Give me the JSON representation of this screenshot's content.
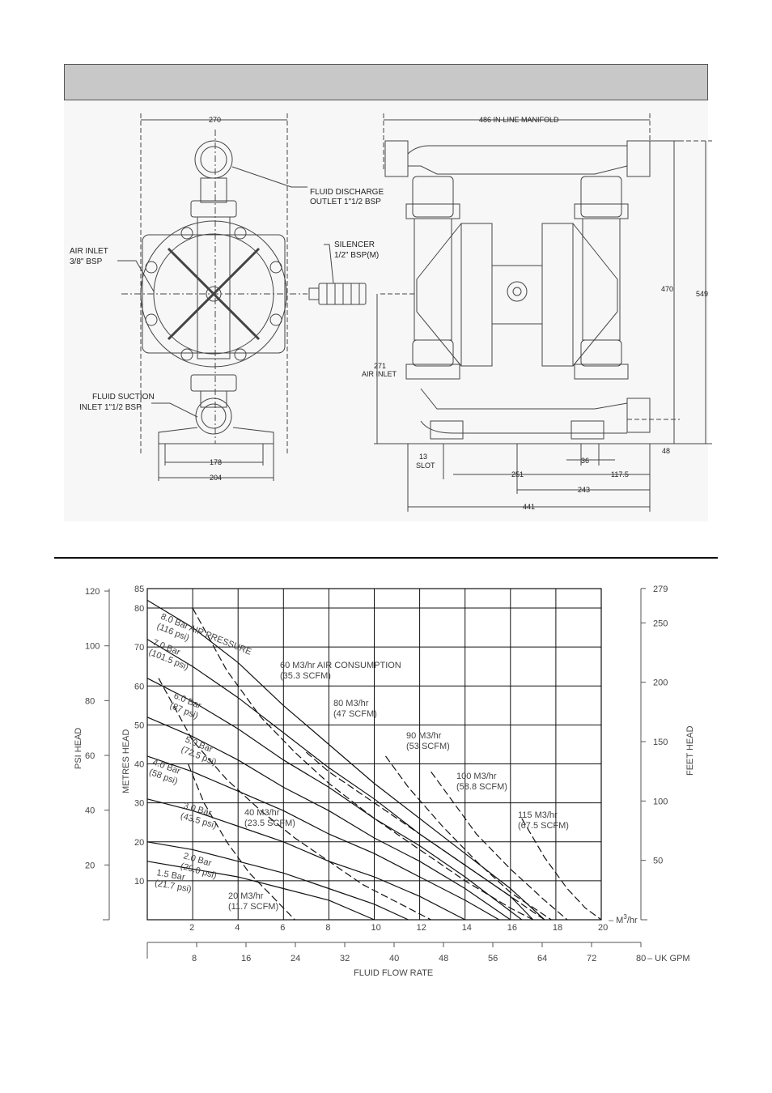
{
  "drawing": {
    "front": {
      "dim_width": "270",
      "discharge_label_1": "FLUID DISCHARGE",
      "discharge_label_2": "OUTLET 1\"1/2 BSP",
      "air_inlet_1": "AIR INLET",
      "air_inlet_2": "3/8\" BSP",
      "suction_1": "FLUID SUCTION",
      "suction_2": "INLET 1\"1/2 BSP",
      "dim_178": "178",
      "dim_204": "204"
    },
    "silencer": {
      "label_1": "SILENCER",
      "label_2": "1/2\" BSP(M)"
    },
    "side": {
      "dim_486": "486 IN-LINE MANIFOLD",
      "dim_470": "470",
      "dim_549": "549",
      "dim_271": "271",
      "air_inlet": "AIR INLET",
      "dim_48": "48",
      "dim_13": "13",
      "slot": "SLOT",
      "dim_36": "36",
      "dim_117": "117.5",
      "dim_251": "251",
      "dim_243": "243",
      "dim_441": "441"
    }
  },
  "chart_data": {
    "type": "line",
    "title": "",
    "xlabel": "FLUID FLOW RATE",
    "x_unit": "M3/hr",
    "x_unit_label": "– M",
    "x_unit_sup": "3",
    "x_unit_suffix": "/hr",
    "xlim": [
      0,
      20
    ],
    "x_ticks": [
      2,
      4,
      6,
      8,
      10,
      12,
      14,
      16,
      18,
      20
    ],
    "x2_unit": "– UK GPM",
    "x2_ticks": [
      8,
      16,
      24,
      32,
      40,
      48,
      56,
      64,
      72,
      80
    ],
    "x2_lim": [
      0,
      80
    ],
    "ylabel_left": "PSI HEAD",
    "y_psi_ticks": [
      20,
      40,
      60,
      80,
      100,
      120
    ],
    "ylabel_mid": "METRES HEAD",
    "y_m_ticks": [
      10,
      20,
      30,
      40,
      50,
      60,
      70,
      80,
      85
    ],
    "ylim": [
      0,
      85
    ],
    "ylabel_right": "FEET HEAD",
    "y_ft_ticks": [
      50,
      100,
      150,
      200,
      250,
      279
    ],
    "grid": true,
    "series": [
      {
        "name": "8.0 Bar AIR PRESSURE (116 psi)",
        "style": "solid",
        "x": [
          0,
          2,
          4,
          6,
          8,
          10,
          12,
          14,
          16,
          17.5
        ],
        "y": [
          82,
          75,
          66,
          55,
          45,
          35,
          26,
          17,
          8,
          0
        ]
      },
      {
        "name": "7.0 Bar (101.5 psi)",
        "style": "solid",
        "x": [
          0,
          2,
          4,
          6,
          8,
          10,
          12,
          14,
          16,
          17
        ],
        "y": [
          72,
          65,
          57,
          48,
          39,
          31,
          22,
          14,
          6,
          0
        ]
      },
      {
        "name": "6.0 Bar (87 psi)",
        "style": "solid",
        "x": [
          0,
          2,
          4,
          6,
          8,
          10,
          12,
          14,
          16.5
        ],
        "y": [
          62,
          56,
          49,
          41,
          34,
          26,
          19,
          11,
          0
        ]
      },
      {
        "name": "5.0 Bar (72.5 psi)",
        "style": "solid",
        "x": [
          0,
          2,
          4,
          6,
          8,
          10,
          12,
          14,
          16
        ],
        "y": [
          52,
          47,
          41,
          34,
          28,
          21,
          15,
          8,
          0
        ]
      },
      {
        "name": "4.0 Bar (58 psi)",
        "style": "solid",
        "x": [
          0,
          2,
          4,
          6,
          8,
          10,
          12,
          14,
          15.5
        ],
        "y": [
          42,
          38,
          33,
          28,
          22,
          17,
          11,
          5,
          0
        ]
      },
      {
        "name": "3.0 Bar (43.5 psi)",
        "style": "solid",
        "x": [
          0,
          2,
          4,
          6,
          8,
          10,
          12,
          14
        ],
        "y": [
          31,
          28,
          24,
          20,
          15,
          11,
          6,
          0
        ]
      },
      {
        "name": "2.0 Bar (29.0 psi)",
        "style": "solid",
        "x": [
          0,
          2,
          4,
          6,
          8,
          10,
          11.5
        ],
        "y": [
          20,
          18,
          15,
          12,
          8,
          4,
          0
        ]
      },
      {
        "name": "1.5 Bar (21.7 psi)",
        "style": "solid",
        "x": [
          0,
          2,
          4,
          6,
          8,
          10
        ],
        "y": [
          15,
          13,
          11,
          8,
          5,
          0
        ]
      },
      {
        "name": "20 M3/hr (11.7 SCFM)",
        "style": "dashed",
        "x": [
          1.8,
          2.5,
          3.5,
          4.5,
          5.5,
          6.5
        ],
        "y": [
          40,
          30,
          20,
          12,
          6,
          0
        ]
      },
      {
        "name": "40 M3/hr (23.5 SCFM)",
        "style": "dashed",
        "x": [
          0.5,
          2,
          3.5,
          5,
          6.5,
          8,
          9.5,
          11.5,
          12.5
        ],
        "y": [
          62,
          46,
          36,
          28,
          21,
          15,
          9,
          3,
          0
        ]
      },
      {
        "name": "60 M3/hr (35.3 SCFM)",
        "style": "dashed",
        "x": [
          2,
          3.5,
          5,
          6.5,
          8,
          10,
          12,
          14,
          16,
          17
        ],
        "y": [
          80,
          64,
          52,
          43,
          35,
          26,
          18,
          10,
          3,
          0
        ]
      },
      {
        "name": "80 M3/hr (47 SCFM)",
        "style": "dashed",
        "x": [
          7,
          8,
          10,
          12,
          14,
          16,
          17.5
        ],
        "y": [
          43,
          38,
          30,
          22,
          14,
          6,
          0
        ]
      },
      {
        "name": "90 M3/hr (53 SCFM)",
        "style": "dashed",
        "x": [
          10.5,
          11.5,
          13,
          14.5,
          16,
          17.8
        ],
        "y": [
          42,
          34,
          24,
          15,
          7,
          0
        ]
      },
      {
        "name": "100 M3/hr (58.8 SCFM)",
        "style": "dashed",
        "x": [
          12.5,
          13.5,
          14.5,
          16,
          17.5,
          18.5
        ],
        "y": [
          38,
          30,
          22,
          13,
          5,
          0
        ]
      },
      {
        "name": "115 M3/hr (67.5 SCFM)",
        "style": "dashed",
        "x": [
          16.5,
          17.5,
          18.5,
          19.3,
          20
        ],
        "y": [
          26,
          16,
          8,
          3,
          0
        ]
      }
    ],
    "annotations": [
      {
        "text": "8.0 Bar AIR PRESSURE",
        "sub": "(116 psi)"
      },
      {
        "text": "7.0 Bar",
        "sub": "(101.5 psi)"
      },
      {
        "text": "6.0 Bar",
        "sub": "(87 psi)"
      },
      {
        "text": "5.0 Bar",
        "sub": "(72.5 psi)"
      },
      {
        "text": "4.0 Bar",
        "sub": "(58 psi)"
      },
      {
        "text": "3.0 Bar",
        "sub": "(43.5 psi)"
      },
      {
        "text": "2.0 Bar",
        "sub": "(29.0 psi)"
      },
      {
        "text": "1.5 Bar",
        "sub": "(21.7 psi)"
      },
      {
        "text": "60 M3/hr AIR CONSUMPTION",
        "sub": "(35.3 SCFM)"
      },
      {
        "text": "80 M3/hr",
        "sub": "(47 SCFM)"
      },
      {
        "text": "90 M3/hr",
        "sub": "(53 SCFM)"
      },
      {
        "text": "100 M3/hr",
        "sub": "(58.8 SCFM)"
      },
      {
        "text": "115 M3/hr",
        "sub": "(67.5 SCFM)"
      },
      {
        "text": "40 M3/hr",
        "sub": "(23.5 SCFM)"
      },
      {
        "text": "20 M3/hr",
        "sub": "(11.7 SCFM)"
      }
    ]
  }
}
